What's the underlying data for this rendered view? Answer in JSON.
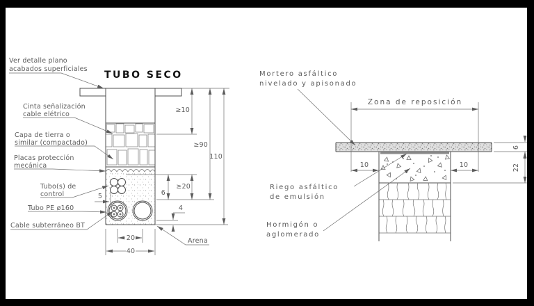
{
  "left": {
    "title": "TUBO SECO",
    "labels": {
      "ver1": "Ver detalle plano",
      "ver2": "acabados superficiales",
      "cinta1": "Cinta señalización",
      "cinta2": "cable elétrico",
      "capa1": "Capa de tierra o",
      "capa2": "similar (compactado)",
      "placas1": "Placas protección",
      "placas2": "mecánica",
      "tctrl1": "Tubo(s) de",
      "tctrl2": "control",
      "tubope": "Tubo PE ø160",
      "cablebt": "Cable subterráneo BT",
      "arena": "Arena"
    },
    "dims": {
      "ge10": "≥10",
      "ge90": "≥90",
      "d110": "110",
      "ge20": "≥20",
      "d6": "6",
      "d5": "5",
      "d4": "4",
      "d20": "20",
      "d40": "40"
    }
  },
  "right": {
    "labels": {
      "mortero1": "Mortero asfáltico",
      "mortero2": "nivelado y apisonado",
      "zona": "Zona de reposición",
      "riego1": "Riego asfáltico",
      "riego2": "de emulsión",
      "horm1": "Hormigón o",
      "horm2": "aglomerado"
    },
    "dims": {
      "d10l": "10",
      "d10r": "10",
      "d6": "6",
      "d22": "22"
    }
  },
  "colors": {
    "frame": "#000000",
    "line": "#4f4f4f",
    "dim_line": "#707070",
    "text": "#5c5c5c",
    "title": "#141414",
    "band_bg": "#e0e0e0"
  }
}
